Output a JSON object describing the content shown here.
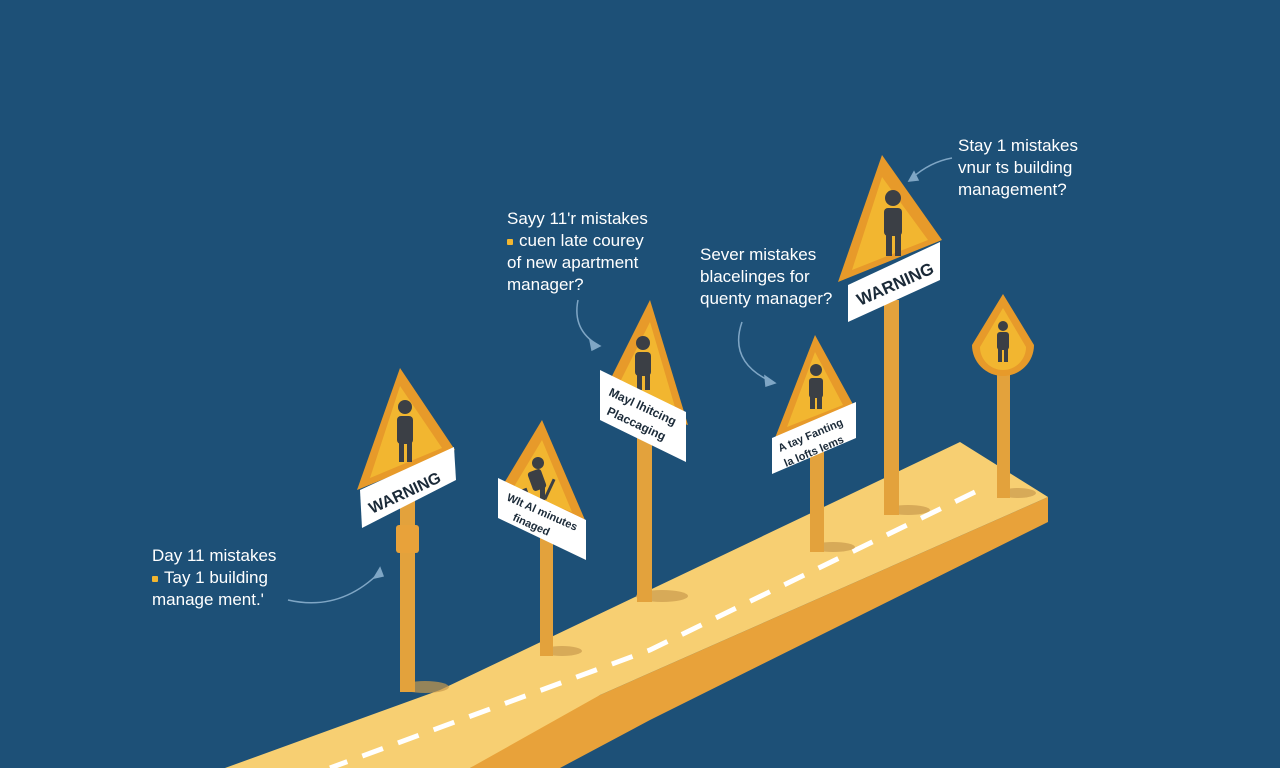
{
  "colors": {
    "background": "#1d5077",
    "road_top": "#f7cf72",
    "road_side": "#e8a23a",
    "pole": "#e3a23c",
    "sign_fill": "#f2b630",
    "sign_border": "#e79a2a",
    "figure": "#3b3f45",
    "plate": "#ffffff",
    "text": "#ffffff"
  },
  "notes": [
    {
      "id": "left",
      "lines": [
        "Day 11 mistakes",
        "Tay 1 building",
        "manage ment.'"
      ],
      "bullet_line": 1
    },
    {
      "id": "center",
      "lines": [
        "Sayy 11'r mistakes",
        "cuen late courey",
        "of new apartment",
        "manager?"
      ],
      "bullet_line": 1
    },
    {
      "id": "mid-right",
      "lines": [
        "Sever mistakes",
        "blacelinges for",
        "quenty manager?"
      ],
      "bullet_line": -1
    },
    {
      "id": "top-right",
      "lines": [
        "Stay 1 mistakes",
        "vnur ts building",
        "management?"
      ],
      "bullet_line": -1
    }
  ],
  "signs": [
    {
      "id": "sign-1",
      "plate_lines": [
        "WARNING"
      ],
      "figure": "person-standing-icon"
    },
    {
      "id": "sign-2",
      "plate_lines": [
        "Wlt Al minutes",
        "finaged"
      ],
      "figure": "worker-digging-icon"
    },
    {
      "id": "sign-3",
      "plate_lines": [
        "Mayl lhitcing",
        "Placcaging"
      ],
      "figure": "person-standing-icon"
    },
    {
      "id": "sign-4",
      "plate_lines": [
        "A tay Fanting",
        "la lofts lems"
      ],
      "figure": "person-standing-icon"
    },
    {
      "id": "sign-5",
      "plate_lines": [
        "WARNING"
      ],
      "figure": "person-standing-icon"
    },
    {
      "id": "sign-6",
      "plate_lines": [],
      "figure": "person-standing-icon"
    }
  ]
}
